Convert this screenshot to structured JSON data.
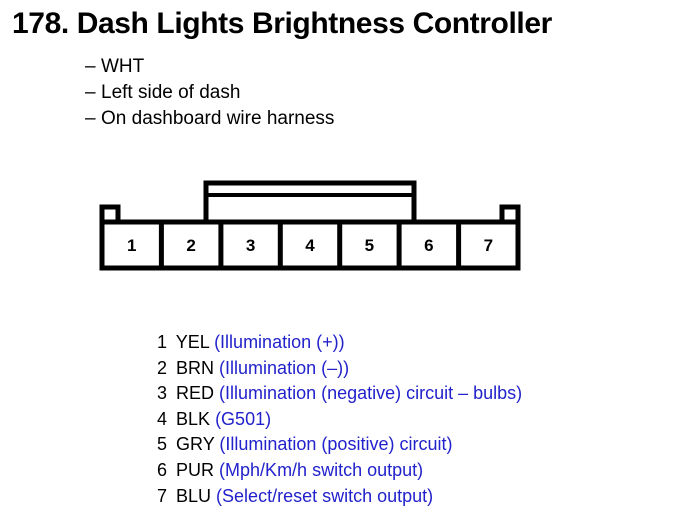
{
  "page": {
    "title": "178. Dash Lights Brightness Controller",
    "background_color": "#ffffff",
    "text_color": "#000000",
    "description_color": "#2222cc"
  },
  "notes": {
    "dash": "–",
    "items": [
      "WHT",
      "Left side of dash",
      "On dashboard wire harness"
    ]
  },
  "connector": {
    "pin_count": 7,
    "pin_labels": [
      "1",
      "2",
      "3",
      "4",
      "5",
      "6",
      "7"
    ],
    "latch_tab": "latch-tab",
    "notch_left": "keyway-notch-left",
    "notch_right": "keyway-notch-right"
  },
  "pins": [
    {
      "index": "1",
      "color": "YEL",
      "desc": "(Illumination (+))"
    },
    {
      "index": "2",
      "color": "BRN",
      "desc": "(Illumination (–))"
    },
    {
      "index": "3",
      "color": "RED",
      "desc": "(Illumination (negative) circuit – bulbs)"
    },
    {
      "index": "4",
      "color": "BLK",
      "desc": "(G501)"
    },
    {
      "index": "5",
      "color": "GRY",
      "desc": "(Illumination (positive) circuit)"
    },
    {
      "index": "6",
      "color": "PUR",
      "desc": "(Mph/Km/h switch output)"
    },
    {
      "index": "7",
      "color": "BLU",
      "desc": "(Select/reset switch output)"
    }
  ]
}
